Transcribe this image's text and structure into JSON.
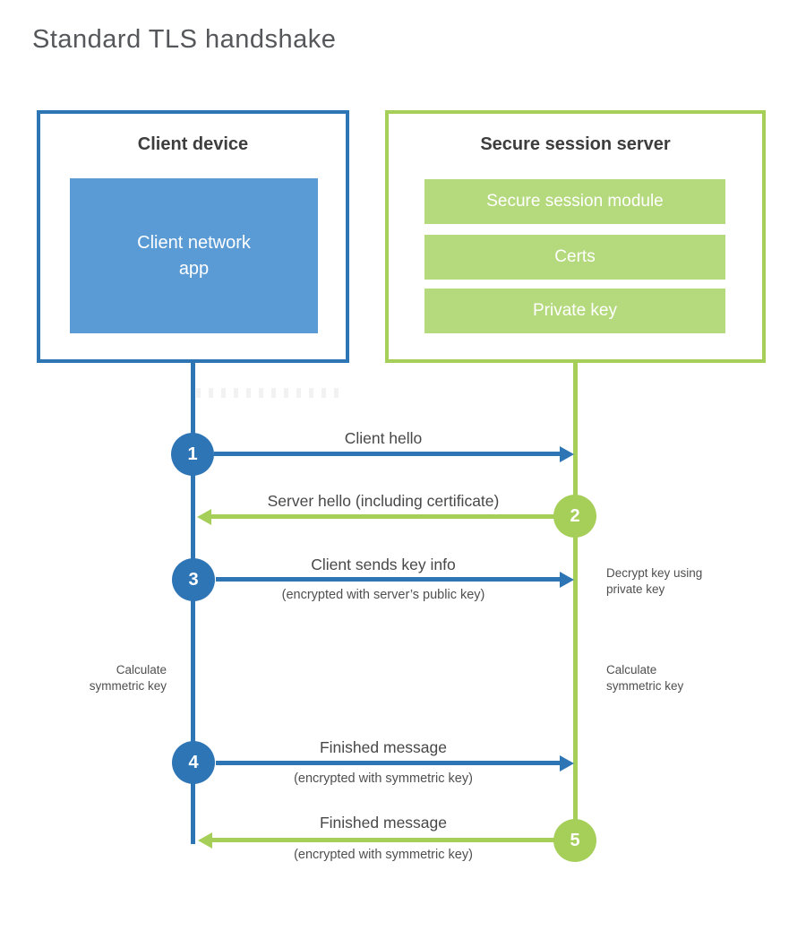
{
  "title": "Standard TLS handshake",
  "colors": {
    "blue_dark": "#2e75b6",
    "blue_light": "#5b9bd5",
    "green_dark": "#a6cf5a",
    "green_light": "#b5d97d",
    "text_dark": "#3d3d3d",
    "text_gray": "#4f4f4f"
  },
  "client": {
    "title": "Client device",
    "app_label": "Client network app"
  },
  "server": {
    "title": "Secure session server",
    "modules": [
      "Secure session module",
      "Certs",
      "Private key"
    ]
  },
  "steps": [
    {
      "num": "1",
      "label": "Client hello",
      "sublabel": "",
      "direction": "right",
      "from": "client"
    },
    {
      "num": "2",
      "label": "Server hello (including certificate)",
      "sublabel": "",
      "direction": "left",
      "from": "server"
    },
    {
      "num": "3",
      "label": "Client sends key info",
      "sublabel": "(encrypted with server’s public key)",
      "direction": "right",
      "from": "client"
    },
    {
      "num": "4",
      "label": "Finished message",
      "sublabel": "(encrypted with symmetric key)",
      "direction": "right",
      "from": "client"
    },
    {
      "num": "5",
      "label": "Finished message",
      "sublabel": "(encrypted with symmetric key)",
      "direction": "left",
      "from": "server"
    }
  ],
  "notes": {
    "decrypt": "Decrypt key using private key",
    "calc_left": "Calculate symmetric key",
    "calc_right": "Calculate symmetric key"
  }
}
